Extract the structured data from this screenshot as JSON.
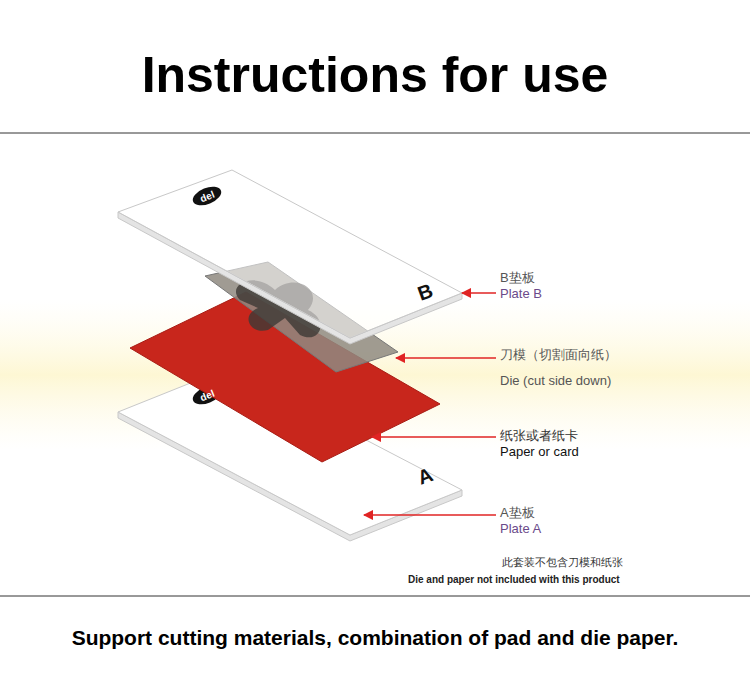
{
  "diagram": {
    "title": "Instructions for use",
    "caption": "Support cutting materials, combination of pad and die paper.",
    "labels": [
      "del",
      "B",
      "B垫板",
      "Plate B",
      "刀模（切割面向纸）",
      "Die (cut side down)",
      "del",
      "纸张或者纸卡",
      "Paper or card",
      "A",
      "A垫板",
      "Plate A",
      "此套装不包含刀模和纸张",
      "Die and paper not included with this product"
    ]
  }
}
